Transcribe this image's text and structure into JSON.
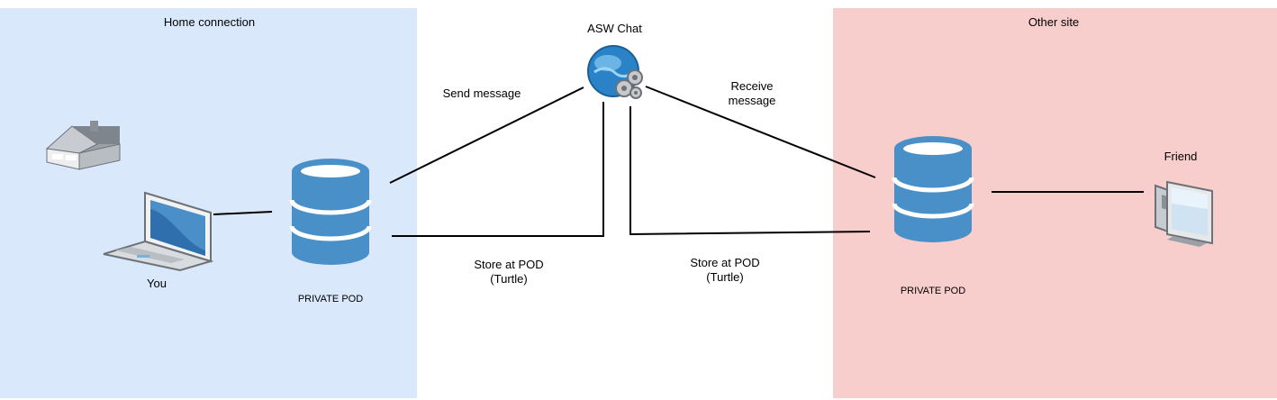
{
  "zones": {
    "home": {
      "label": "Home connection"
    },
    "other": {
      "label": "Other site"
    }
  },
  "nodes": {
    "service": {
      "label": "ASW Chat",
      "icon": "globe-gears-icon"
    },
    "you": {
      "label": "You",
      "icon": "laptop-icon"
    },
    "home_icon": {
      "icon": "house-icon"
    },
    "pod_left": {
      "label": "PRIVATE POD",
      "icon": "database-icon"
    },
    "pod_right": {
      "label": "PRIVATE POD",
      "icon": "database-icon"
    },
    "friend": {
      "label": "Friend",
      "icon": "desktop-monitor-icon"
    }
  },
  "edges": {
    "send": {
      "label": "Send message"
    },
    "receive": {
      "label_line1": "Receive",
      "label_line2": "message"
    },
    "store_left": {
      "label_line1": "Store at POD",
      "label_line2": "(Turtle)"
    },
    "store_right": {
      "label_line1": "Store at POD",
      "label_line2": "(Turtle)"
    }
  },
  "colors": {
    "home_zone": "#dae8fc",
    "other_zone": "#f8cecc",
    "database": "#4a90c8",
    "line": "#000000"
  }
}
